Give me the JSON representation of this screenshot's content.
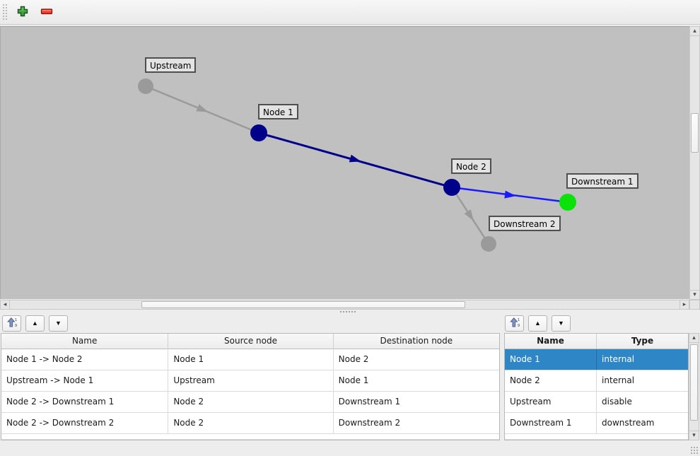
{
  "toolbar": {
    "add_icon": "plus-icon",
    "remove_icon": "minus-icon"
  },
  "icons": {
    "move_up_glyph": "▲",
    "move_down_glyph": "▼",
    "scroll_up": "▴",
    "scroll_down": "▾",
    "scroll_left": "◂",
    "scroll_right": "▸",
    "sort_ascending_digits_top": "1",
    "sort_ascending_digits_bottom": "9"
  },
  "colors": {
    "canvas_background": "#c0c0c0",
    "node_gray": "#9a9a9a",
    "node_navy": "#00008b",
    "node_green": "#0ae20a",
    "edge_gray": "#9a9a9a",
    "edge_navy": "#00008b",
    "edge_blue": "#1a1aff",
    "selection_blue": "#2e86c7",
    "add_green": "#3fa13f",
    "remove_red": "#ee3b2d"
  },
  "graph": {
    "nodes": [
      {
        "label": "Upstream",
        "color": "#9a9a9a"
      },
      {
        "label": "Node 1",
        "color": "#00008b"
      },
      {
        "label": "Node 2",
        "color": "#00008b"
      },
      {
        "label": "Downstream 1",
        "color": "#0ae20a"
      },
      {
        "label": "Downstream 2",
        "color": "#9a9a9a"
      }
    ],
    "edges": [
      {
        "from": "Upstream",
        "to": "Node 1",
        "color": "#9a9a9a"
      },
      {
        "from": "Node 1",
        "to": "Node 2",
        "color": "#00008b"
      },
      {
        "from": "Node 2",
        "to": "Downstream 1",
        "color": "#1a1aff"
      },
      {
        "from": "Node 2",
        "to": "Downstream 2",
        "color": "#9a9a9a"
      }
    ]
  },
  "tables": {
    "edges": {
      "headers": [
        "Name",
        "Source node",
        "Destination node"
      ],
      "rows": [
        [
          "Node 1 -> Node 2",
          "Node 1",
          "Node 2"
        ],
        [
          "Upstream -> Node 1",
          "Upstream",
          "Node 1"
        ],
        [
          "Node 2 -> Downstream 1",
          "Node 2",
          "Downstream 1"
        ],
        [
          "Node 2 -> Downstream 2",
          "Node 2",
          "Downstream 2"
        ]
      ]
    },
    "nodes": {
      "headers": [
        "Name",
        "Type"
      ],
      "rows": [
        [
          "Node 1",
          "internal"
        ],
        [
          "Node 2",
          "internal"
        ],
        [
          "Upstream",
          "disable"
        ],
        [
          "Downstream 1",
          "downstream"
        ]
      ],
      "selected_row_index": 0
    }
  }
}
